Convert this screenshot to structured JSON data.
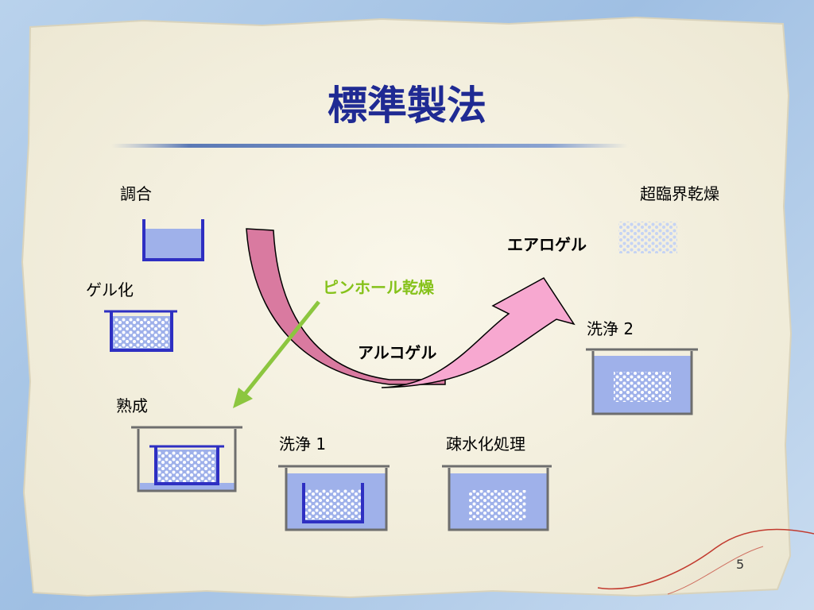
{
  "slide": {
    "title": "標準製法",
    "page_number": "5"
  },
  "labels": {
    "mixing": "調合",
    "gelation": "ゲル化",
    "aging": "熟成",
    "wash1": "洗浄 1",
    "hydrophobic": "疎水化処理",
    "wash2": "洗浄 2",
    "supercritical": "超臨界乾燥",
    "aerogel": "エアロゲル",
    "alcogel": "アルコゲル",
    "pinhole": "ピンホール乾燥"
  },
  "colors": {
    "title": "#1f2a93",
    "liquid": "#9fb1ea",
    "container_blue": "#2e2fc2",
    "container_gray": "#6e6e6e",
    "pores": "#ffffff",
    "dark_arrow": "#d97aa0",
    "pink_arrow": "#f7a8d0",
    "green_arrow": "#8cc63f",
    "pinhole_text": "#86c21b"
  }
}
